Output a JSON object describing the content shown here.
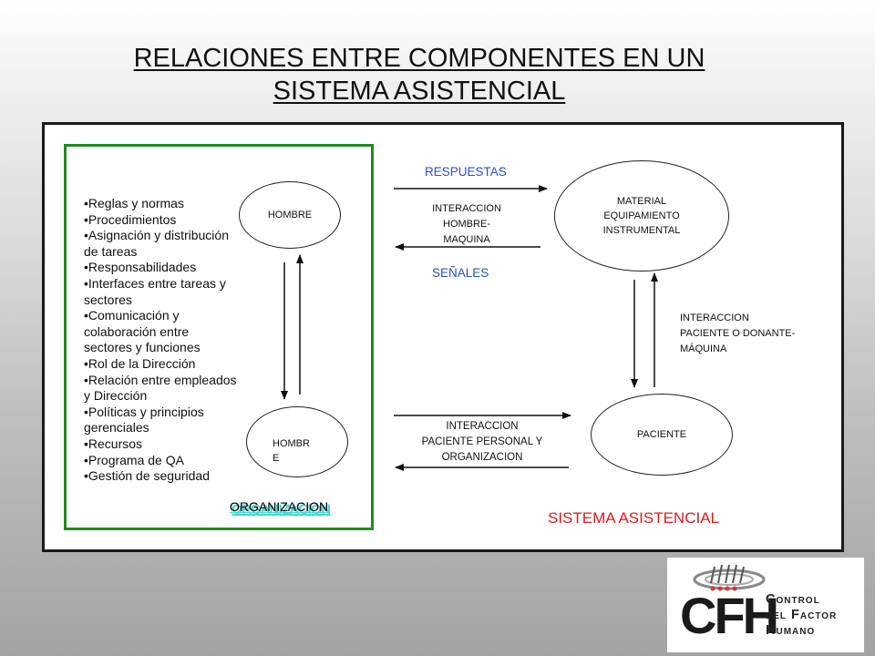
{
  "title": {
    "line1": "RELACIONES ENTRE COMPONENTES EN UN",
    "line2": "SISTEMA ASISTENCIAL"
  },
  "organization_list": [
    "Reglas y normas",
    "Procedimientos",
    "Asignación y distribución de tareas",
    "Responsabilidades",
    "Interfaces entre tareas y sectores",
    "Comunicación y colaboración entre sectores y funciones",
    "Rol de la Dirección",
    "Relación entre empleados y Dirección",
    "Políticas y principios gerenciales",
    "Recursos",
    "Programa de QA",
    "Gestión de seguridad"
  ],
  "nodes": {
    "hombre_top": "HOMBRE",
    "hombre_bottom": "HOMBR E",
    "material_line1": "MATERIAL",
    "material_line2": "EQUIPAMIENTO",
    "material_line3": "INSTRUMENTAL",
    "paciente": "PACIENTE"
  },
  "labels": {
    "respuestas": "RESPUESTAS",
    "senales": "SEÑALES",
    "interaccion_hm_1": "INTERACCION",
    "interaccion_hm_2": "HOMBRE-",
    "interaccion_hm_3": "MAQUINA",
    "interaccion_pom_1": "INTERACCION",
    "interaccion_pom_2": "PACIENTE PERSONAL Y",
    "interaccion_pom_3": "ORGANIZACION",
    "interaccion_pdm_1": "INTERACCION",
    "interaccion_pdm_2": "PACIENTE O DONANTE-",
    "interaccion_pdm_3": "MÁQUINA",
    "organizacion": "ORGANIZACION",
    "sistema_asistencial": "SISTEMA ASISTENCIAL"
  },
  "logo": {
    "initials": "CFH",
    "line1": "Control",
    "line2": "del Factor",
    "line3": "Humano"
  },
  "colors": {
    "org_border": "#1f8b1f",
    "blue_labels": "#2a4fd0",
    "sistema_label": "#e01818",
    "org_label_shadow": "#45d6d0"
  }
}
